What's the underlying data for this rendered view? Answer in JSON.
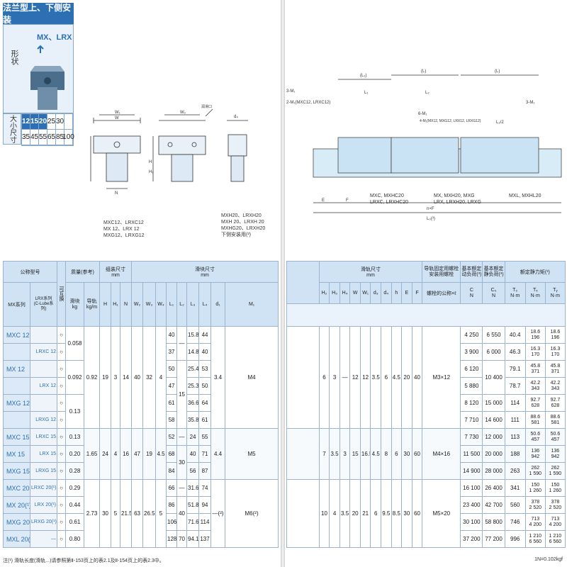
{
  "header": {
    "title": "法兰型上、下侧安装",
    "series": "MX、LRX",
    "shape_label": "形状",
    "size_label": "大小尺寸",
    "sizes_top": [
      "12",
      "15",
      "20",
      "25",
      "30"
    ],
    "sizes_bottom": [
      "35",
      "45",
      "55",
      "65",
      "85",
      "100"
    ]
  },
  "captions": {
    "left": "MXC12、LRXC12\nMX 12、LRX 12\nMXG12、LRXG12",
    "right": "MXH20、LRXH20\nMXH 20、LRXH 20\nMXHG20、LRXH20\n下侧安装用(²)"
  },
  "diagram_labels": {
    "right_note1": "3-M₁",
    "right_note2": "2-M₁(MXC12, LRXC12)",
    "right_note3": "6-M₁",
    "right_note4": "4-M₁(MX12, MXG12, LRX12, LRXG12)",
    "right_note5": "3-M₁",
    "right_series1": "MXC, MXHC20\nLRXC, LRXHC20",
    "right_series2": "MX, MXH20, MXG\nLRX, LRXH20, LRXG",
    "right_series3": "MXL, MXHL20",
    "dim_l1": "(L₁)",
    "dim_l": "(L)",
    "dim_l1b": "L₁",
    "dim_l2": "L₂",
    "dim_l3": "L₂/2",
    "dim_e": "E",
    "dim_f": "F",
    "dim_n": "n×F",
    "dim_l0": "L₀(³)",
    "left_dim_w": "W",
    "left_dim_w1": "W₁",
    "left_dim_w2": "W₂",
    "left_dim_h": "H",
    "left_dim_h1": "H₁",
    "left_dim_n": "N",
    "left_dim_d4": "d₄",
    "left_dim_arrow": "润滑口"
  },
  "left_table": {
    "head": {
      "model": "公称型号",
      "mx_series": "MX系列",
      "lrx_series": "LRX系列\n(C-Lube系列)",
      "interchange": "可互换",
      "mass": "质量(参考)",
      "mass_slider": "滑块",
      "mass_slider_unit": "kg",
      "mass_rail": "导轨",
      "mass_rail_unit": "kg/m",
      "assembly": "组装尺寸",
      "assembly_unit": "mm",
      "slider_dim": "滑块尺寸",
      "slider_dim_unit": "mm",
      "cols": [
        "H",
        "H₁",
        "N",
        "W₂",
        "W₃",
        "W₄",
        "L₁",
        "L₂",
        "L₃",
        "L₄",
        "d₁",
        "M₁"
      ]
    },
    "rows": [
      {
        "mx": "MXC 12",
        "lrx": "",
        "ic": "○",
        "mass_s": "0.058",
        "l1": "40",
        "l2": "—",
        "l3": "15.8",
        "l4": "44"
      },
      {
        "mx": "",
        "lrx": "LRXC 12",
        "ic": "○",
        "mass_s": "",
        "l1": "37",
        "l2": "",
        "l3": "14.8",
        "l4": "40"
      },
      {
        "mx": "MX 12",
        "lrx": "",
        "ic": "○",
        "mass_s": "0.092",
        "l1": "50",
        "l2": "",
        "l3": "25.4",
        "l4": "53"
      },
      {
        "mx": "",
        "lrx": "LRX 12",
        "ic": "○",
        "mass_s": "",
        "l1": "47",
        "l2": "15",
        "l3": "25.3",
        "l4": "50"
      },
      {
        "mx": "MXG 12",
        "lrx": "",
        "ic": "○",
        "mass_s": "0.13",
        "l1": "61",
        "l2": "",
        "l3": "36.6",
        "l4": "64"
      },
      {
        "mx": "",
        "lrx": "LRXG 12",
        "ic": "○",
        "mass_s": "",
        "l1": "58",
        "l2": "",
        "l3": "35.8",
        "l4": "61"
      },
      {
        "mx": "MXC 15",
        "lrx": "LRXC 15",
        "ic": "○",
        "mass_s": "0.13",
        "l1": "52",
        "l2": "—",
        "l3": "24",
        "l4": "55"
      },
      {
        "mx": "MX 15",
        "lrx": "LRX 15",
        "ic": "○",
        "mass_s": "0.20",
        "l1": "68",
        "l2": "30",
        "l3": "40",
        "l4": "71"
      },
      {
        "mx": "MXG 15",
        "lrx": "LRXG 15",
        "ic": "○",
        "mass_s": "0.28",
        "l1": "84",
        "l2": "",
        "l3": "56",
        "l4": "87"
      },
      {
        "mx": "MXC 20(¹)",
        "lrx": "LRXC 20(¹)",
        "ic": "○",
        "mass_s": "0.29",
        "l1": "66",
        "l2": "—",
        "l3": "31.6",
        "l4": "74"
      },
      {
        "mx": "MX 20(¹)",
        "lrx": "LRX 20(¹)",
        "ic": "○",
        "mass_s": "0.44",
        "l1": "86",
        "l2": "40",
        "l3": "51.8",
        "l4": "94"
      },
      {
        "mx": "MXG 20(¹)",
        "lrx": "LRXG 20(¹)",
        "ic": "○",
        "mass_s": "0.61",
        "l1": "106",
        "l2": "",
        "l3": "71.6",
        "l4": "114"
      },
      {
        "mx": "MXL 20(¹)",
        "lrx": "—",
        "ic": "○",
        "mass_s": "0.80",
        "l1": "128",
        "l2": "70",
        "l3": "94.1",
        "l4": "137"
      }
    ],
    "group12": {
      "rail": "0.92",
      "H": "19",
      "H1": "3",
      "N": "14",
      "W2": "40",
      "W3": "32",
      "W4": "4",
      "d1": "3.4",
      "M1": "M4"
    },
    "group15": {
      "rail": "1.65",
      "H": "24",
      "H1": "4",
      "N": "16",
      "W2": "47",
      "W3": "19",
      "W4": "4.5",
      "d1": "4.4",
      "M1": "M5"
    },
    "group20": {
      "rail": "2.73",
      "H": "30",
      "H1": "5",
      "N": "21.5",
      "W2": "63",
      "W3": "26.5",
      "W4": "5",
      "d1": "—(²)",
      "M1": "M6(²)"
    }
  },
  "right_table": {
    "head": {
      "rail_dim": "滑轨尺寸",
      "rail_dim_unit": "mm",
      "bolt": "导轨固定用螺栓",
      "bolt_sub": "安装用螺栓",
      "bolt_col": "螺栓的公称×ℓ",
      "dyn": "基本额定动负荷(³)",
      "stat": "基本额定静负荷(³)",
      "moment": "额定静力矩(³)",
      "cols": [
        "H₂",
        "H₃",
        "H₄",
        "W",
        "W₁",
        "d₃",
        "d₄",
        "h",
        "E",
        "F"
      ],
      "c": "C",
      "c0": "C₀",
      "t0": "T₀",
      "ts": "Tₓ",
      "ty": "Tᵧ",
      "n_unit": "N",
      "nm_unit": "N·m"
    },
    "group12": {
      "H2": "6",
      "H3": "3",
      "H4": "—",
      "W": "12",
      "W1": "12",
      "d3": "3.5",
      "d4": "6",
      "h": "4.5",
      "E": "20",
      "F": "40",
      "bolt": "M3×12"
    },
    "group15": {
      "H2": "7",
      "H3": "3.5",
      "H4": "3",
      "W": "15",
      "W1": "16.5",
      "d3": "4.5",
      "d4": "8",
      "h": "6",
      "E": "30",
      "F": "60",
      "bolt": "M4×16"
    },
    "group20": {
      "H2": "10",
      "H3": "4",
      "H4": "3.5",
      "W": "20",
      "W1": "21",
      "d3": "6",
      "d4": "9.5",
      "h": "8.5",
      "E": "30",
      "F": "60",
      "bolt": "M5×20"
    },
    "rows": [
      {
        "c": "4 250",
        "c0": "6 550",
        "t0": "40.4",
        "ts": [
          "18.6",
          "196"
        ],
        "ty": [
          "18.6",
          "196"
        ]
      },
      {
        "c": "3 900",
        "c0": "6 000",
        "t0": "46.3",
        "ts": [
          "16.3",
          "170"
        ],
        "ty": [
          "16.3",
          "170"
        ]
      },
      {
        "c": "6 120",
        "c0": "10 400",
        "t0": "79.1",
        "ts": [
          "45.8",
          "371"
        ],
        "ty": [
          "45.8",
          "371"
        ]
      },
      {
        "c": "5 880",
        "c0": "",
        "t0": "78.7",
        "ts": [
          "42.2",
          "343"
        ],
        "ty": [
          "42.2",
          "343"
        ]
      },
      {
        "c": "8 120",
        "c0": "15 000",
        "t0": "114",
        "ts": [
          "92.7",
          "628"
        ],
        "ty": [
          "92.7",
          "628"
        ]
      },
      {
        "c": "7 710",
        "c0": "14 600",
        "t0": "111",
        "ts": [
          "88.6",
          "581"
        ],
        "ty": [
          "88.6",
          "581"
        ]
      },
      {
        "c": "7 730",
        "c0": "12 000",
        "t0": "113",
        "ts": [
          "50.6",
          "457"
        ],
        "ty": [
          "50.6",
          "457"
        ]
      },
      {
        "c": "11 500",
        "c0": "20 000",
        "t0": "188",
        "ts": [
          "136",
          "942"
        ],
        "ty": [
          "136",
          "942"
        ]
      },
      {
        "c": "14 900",
        "c0": "28 000",
        "t0": "263",
        "ts": [
          "262",
          "1 590"
        ],
        "ty": [
          "262",
          "1 590"
        ]
      },
      {
        "c": "16 100",
        "c0": "26 400",
        "t0": "341",
        "ts": [
          "150",
          "1 260"
        ],
        "ty": [
          "150",
          "1 260"
        ]
      },
      {
        "c": "23 400",
        "c0": "42 700",
        "t0": "560",
        "ts": [
          "378",
          "2 520"
        ],
        "ty": [
          "378",
          "2 520"
        ]
      },
      {
        "c": "30 100",
        "c0": "58 800",
        "t0": "746",
        "ts": [
          "713",
          "4 200"
        ],
        "ty": [
          "713",
          "4 200"
        ]
      },
      {
        "c": "37 200",
        "c0": "77 200",
        "t0": "996",
        "ts": [
          "1 210",
          "6 560"
        ],
        "ty": [
          "1 210",
          "6 560"
        ]
      }
    ]
  },
  "footnotes": {
    "left": "注(¹) 滑轨长度(滑轨...)请参照第Ⅱ-153页上的表2.1及Ⅱ-154页上的表2.3中。",
    "right": "1N=0.102kgf"
  }
}
